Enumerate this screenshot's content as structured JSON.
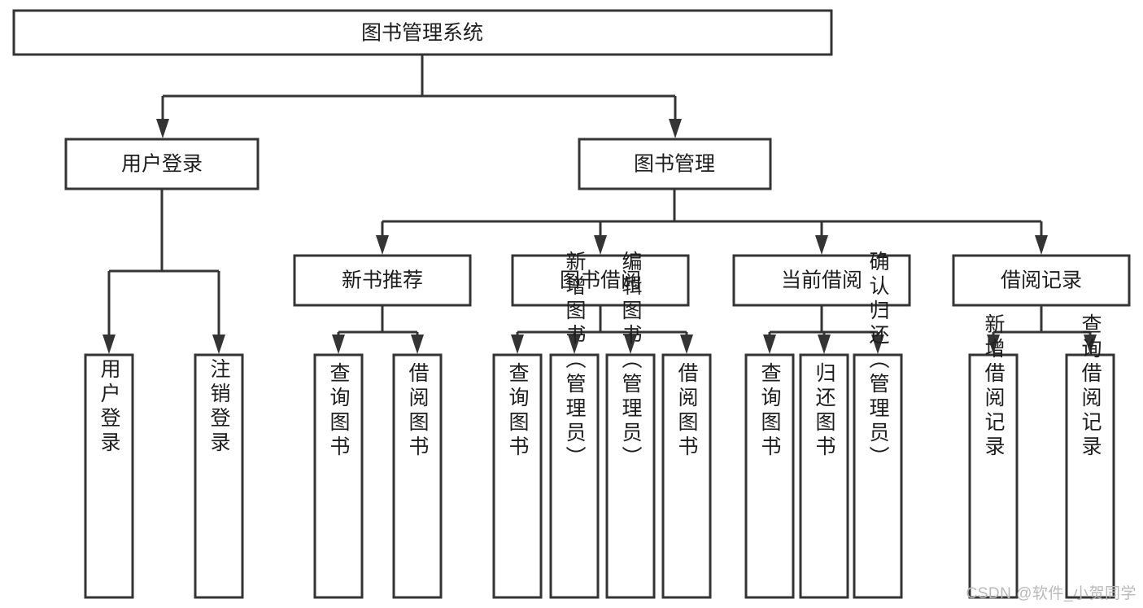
{
  "diagram": {
    "type": "hierarchy-tree",
    "title": "图书管理系统",
    "levels": 4,
    "root": {
      "id": "root",
      "label": "图书管理系统",
      "orientation": "horizontal"
    },
    "level2": [
      {
        "id": "user-login",
        "label": "用户登录",
        "orientation": "horizontal"
      },
      {
        "id": "book-manage",
        "label": "图书管理",
        "orientation": "horizontal"
      }
    ],
    "level3": [
      {
        "id": "new-book-recommend",
        "label": "新书推荐",
        "orientation": "horizontal",
        "parent": "book-manage"
      },
      {
        "id": "book-borrow",
        "label": "图书借阅",
        "orientation": "horizontal",
        "parent": "book-manage"
      },
      {
        "id": "current-borrow",
        "label": "当前借阅",
        "orientation": "horizontal",
        "parent": "book-manage"
      },
      {
        "id": "borrow-record",
        "label": "借阅记录",
        "orientation": "horizontal",
        "parent": "book-manage"
      }
    ],
    "leaves": {
      "user-login": [
        {
          "id": "leaf-user-login",
          "label": "用户登录",
          "orientation": "vertical"
        },
        {
          "id": "leaf-user-logout",
          "label": "注销登录",
          "orientation": "vertical"
        }
      ],
      "new-book-recommend": [
        {
          "id": "leaf-query-book-1",
          "label": "查询图书",
          "orientation": "vertical"
        },
        {
          "id": "leaf-borrow-book-1",
          "label": "借阅图书",
          "orientation": "vertical"
        }
      ],
      "book-borrow": [
        {
          "id": "leaf-query-book-2",
          "label": "查询图书",
          "orientation": "vertical"
        },
        {
          "id": "leaf-add-book",
          "label": "新增图书（管理员）",
          "orientation": "vertical"
        },
        {
          "id": "leaf-edit-book",
          "label": "编辑图书（管理员）",
          "orientation": "vertical"
        },
        {
          "id": "leaf-borrow-book-2",
          "label": "借阅图书",
          "orientation": "vertical"
        }
      ],
      "current-borrow": [
        {
          "id": "leaf-query-book-3",
          "label": "查询图书",
          "orientation": "vertical"
        },
        {
          "id": "leaf-return-book",
          "label": "归还图书",
          "orientation": "vertical"
        },
        {
          "id": "leaf-confirm-return",
          "label": "确认归还（管理员）",
          "orientation": "vertical"
        }
      ],
      "borrow-record": [
        {
          "id": "leaf-add-record",
          "label": "新增借阅记录",
          "orientation": "vertical"
        },
        {
          "id": "leaf-query-record",
          "label": "查询借阅记录",
          "orientation": "vertical"
        }
      ]
    },
    "colors": {
      "stroke": "#343434",
      "fill": "#ffffff",
      "text": "#1d1d1d",
      "watermark": "#b9b9b9",
      "background": "#ffffff"
    }
  },
  "watermark": {
    "text": "CSDN @软件_小贺同学"
  }
}
